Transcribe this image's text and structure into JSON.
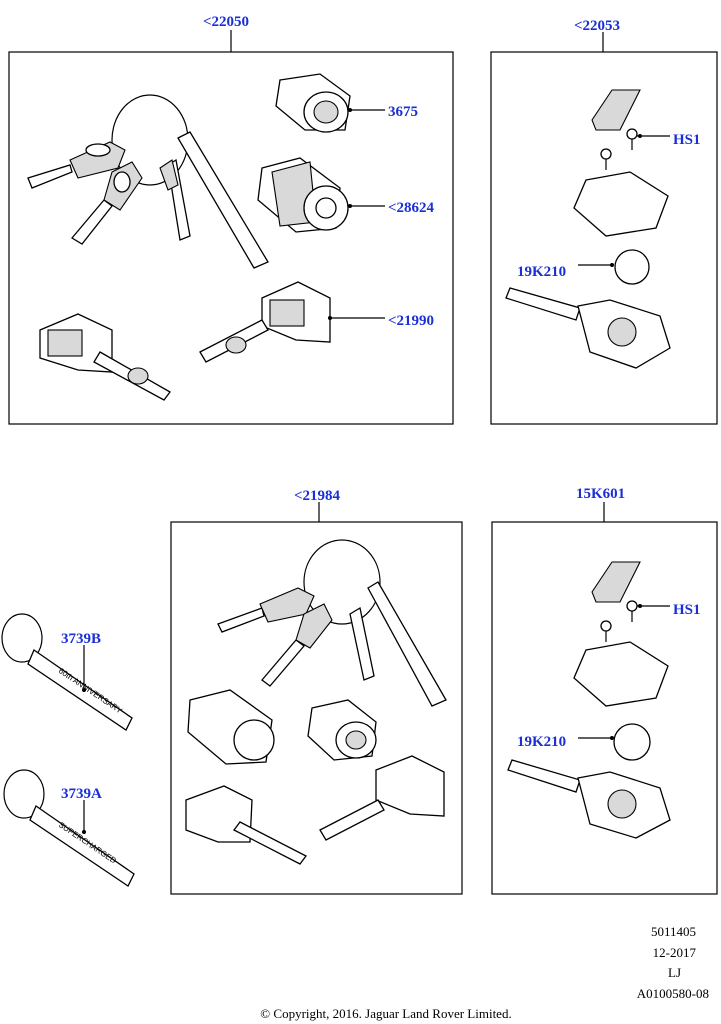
{
  "callouts": {
    "kit_top_left": "<22050",
    "kit_top_right": "<22053",
    "lock_barrel": "3675",
    "ignition_barrel": "<28624",
    "door_actuator": "<21990",
    "screw_top": "HS1",
    "battery_top": "19K210",
    "kit_bottom_center": "<21984",
    "kit_bottom_right": "15K601",
    "keyring_b": "3739B",
    "keyring_a": "3739A",
    "screw_bottom": "HS1",
    "battery_bottom": "19K210"
  },
  "keyring_text": {
    "b": "60th ANNIVERSARY",
    "a": "SUPERCHARGED"
  },
  "footer": {
    "code": "5011405",
    "date": "12-2017",
    "initials": "LJ",
    "ref": "A0100580-08",
    "copyright": "© Copyright, 2016. Jaguar Land Rover Limited."
  }
}
